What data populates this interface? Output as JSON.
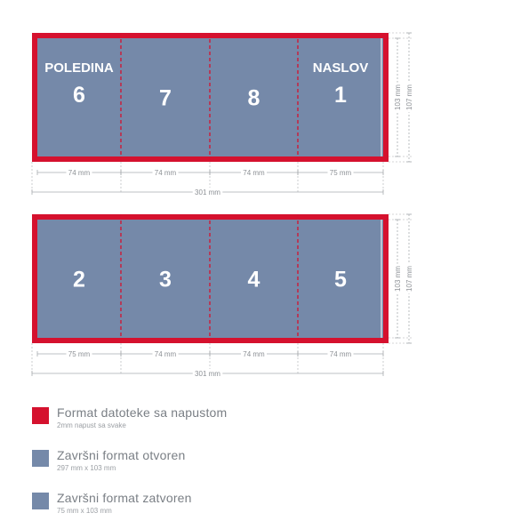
{
  "colors": {
    "bleed": "#d5112e",
    "panel": "#7589a9",
    "dim": "#a9acb0",
    "panel_text": "#ffffff",
    "label_text": "#8c9095"
  },
  "top_diagram": {
    "panels": [
      {
        "label": "POLEDINA",
        "number": "6"
      },
      {
        "label": "",
        "number": "7"
      },
      {
        "label": "",
        "number": "8"
      },
      {
        "label": "NASLOV",
        "number": "1"
      }
    ],
    "widths": [
      "74 mm",
      "74 mm",
      "74 mm",
      "75 mm"
    ],
    "total_width": "301 mm",
    "height_inner": "103 mm",
    "height_outer": "107 mm"
  },
  "bottom_diagram": {
    "panels": [
      {
        "label": "",
        "number": "2"
      },
      {
        "label": "",
        "number": "3"
      },
      {
        "label": "",
        "number": "4"
      },
      {
        "label": "",
        "number": "5"
      }
    ],
    "widths": [
      "75 mm",
      "74 mm",
      "74 mm",
      "74 mm"
    ],
    "total_width": "301 mm",
    "height_inner": "103 mm",
    "height_outer": "107 mm"
  },
  "legend": [
    {
      "title": "Format datoteke sa napustom",
      "subtitle": "2mm napust sa svake",
      "color": "#d5112e"
    },
    {
      "title": "Završni format otvoren",
      "subtitle": "297 mm x 103 mm",
      "color": "#7589a9"
    },
    {
      "title": "Završni format zatvoren",
      "subtitle": "75 mm x 103 mm",
      "color": "#7589a9"
    }
  ]
}
